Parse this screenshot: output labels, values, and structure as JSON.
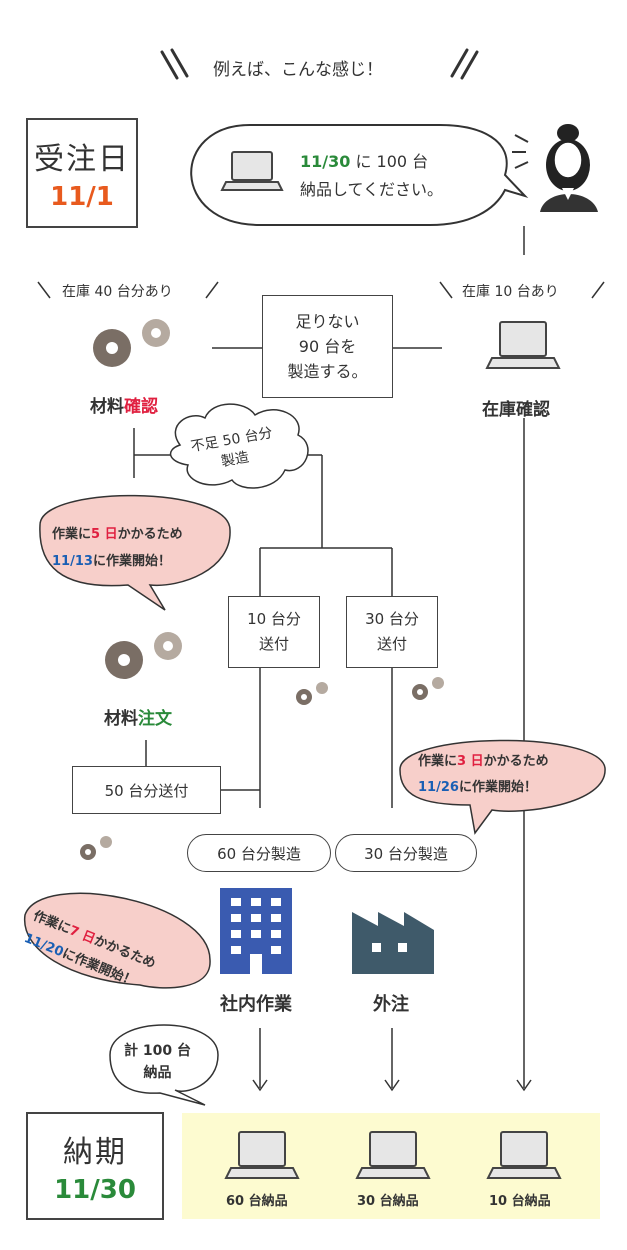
{
  "header": {
    "caption": "例えば、こんな感じ！"
  },
  "order_date": {
    "label": "受注日",
    "value": "11/1"
  },
  "customer_bubble": {
    "date": "11/30",
    "line1_rest": "に 100 台",
    "line2": "納品してください。"
  },
  "stock_left": {
    "note": "在庫 40 台分あり",
    "label_plain": "材料",
    "label_accent": "確認"
  },
  "stock_right": {
    "note": "在庫 10 台あり",
    "label": "在庫確認"
  },
  "shortage_box": {
    "line1": "足りない",
    "line2": "90 台を",
    "line3": "製造する。"
  },
  "shortage_bubble": {
    "line1": "不足 50 台分",
    "line2": "製造"
  },
  "material_bubble": {
    "prefix": "作業に",
    "days": "5 日",
    "suffix": "かかるため",
    "date": "11/13",
    "rest": "に作業開始！"
  },
  "order_material": {
    "label_plain": "材料",
    "label_accent": "注文"
  },
  "send_box_left": {
    "line1": "10 台分",
    "line2": "送付"
  },
  "send_box_right": {
    "line1": "30 台分",
    "line2": "送付"
  },
  "send_50": {
    "label": "50 台分送付"
  },
  "outsource_bubble": {
    "prefix": "作業に",
    "days": "3 日",
    "suffix": "かかるため",
    "date": "11/26",
    "rest": "に作業開始！"
  },
  "pill_inhouse": {
    "label": "60 台分製造"
  },
  "pill_outsource": {
    "label": "30 台分製造"
  },
  "inhouse_bubble": {
    "prefix": "作業に",
    "days": "7 日",
    "suffix": "かかるため",
    "date": "11/20",
    "rest": "に作業開始！"
  },
  "inhouse": {
    "label": "社内作業"
  },
  "outsource": {
    "label": "外注"
  },
  "total_bubble": {
    "line1": "計 100 台",
    "line2": "納品"
  },
  "deadline": {
    "label": "納期",
    "value": "11/30"
  },
  "deliveries": [
    {
      "label": "60 台納品"
    },
    {
      "label": "30 台納品"
    },
    {
      "label": "10 台納品"
    }
  ],
  "colors": {
    "green": "#2a8a3a",
    "red": "#e02040",
    "blue": "#1a5fb4",
    "orange": "#e85a1e",
    "pink": "#f7cfca",
    "yellow": "#fdfbd0",
    "factory": "#3f5a6a",
    "building": "#3a5bb0",
    "gear": "#7a6e65"
  }
}
